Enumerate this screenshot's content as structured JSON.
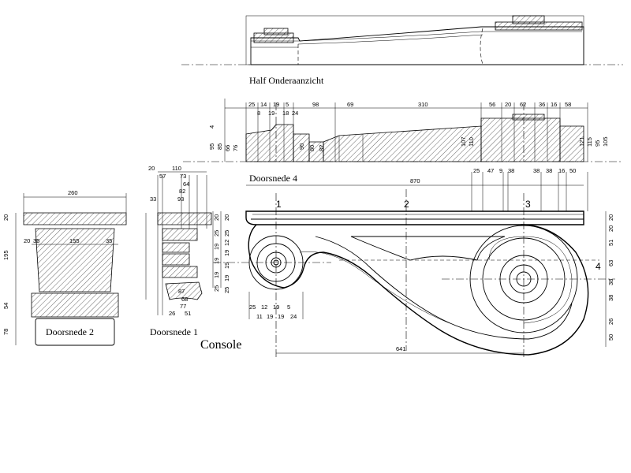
{
  "labels": {
    "half_bottom_view": "Half Onderaanzicht",
    "section_4": "Doorsnede 4",
    "section_2": "Doorsnede 2",
    "section_1": "Doorsnede 1",
    "console": "Console",
    "marker_1": "1",
    "marker_2": "2",
    "marker_3": "3",
    "marker_4": "4"
  },
  "dimensions": {
    "s4_top": [
      "25",
      "14",
      "19",
      "5",
      "98",
      "69",
      "310",
      "56",
      "20",
      "62",
      "36",
      "16",
      "58"
    ],
    "s4_top_inner": [
      "8",
      "19",
      "18",
      "24"
    ],
    "s4_left_vert": [
      "4",
      "95",
      "85",
      "66",
      "76"
    ],
    "s4_mid_vert": [
      "90",
      "80",
      "82"
    ],
    "s4_right_vert": [
      "107",
      "110",
      "121",
      "115",
      "95",
      "105"
    ],
    "console_top_right": [
      "25",
      "47",
      "9",
      "38",
      "38",
      "38",
      "16",
      "50"
    ],
    "console_length": "870",
    "console_bottom_length": "641",
    "console_right_vert": [
      "20",
      "20",
      "51",
      "63",
      "38",
      "38",
      "26",
      "50"
    ],
    "console_left_vert": [
      "20",
      "25",
      "19",
      "19",
      "19",
      "25"
    ],
    "console_left_vert2": [
      "20",
      "25",
      "12",
      "19",
      "19",
      "19",
      "25"
    ],
    "console_bottom_left": [
      "25",
      "12",
      "19",
      "5"
    ],
    "console_bottom_left2": [
      "11",
      "19",
      "19",
      "24"
    ],
    "s1_top": [
      "20",
      "110"
    ],
    "s1_steps": [
      "57",
      "73",
      "64",
      "82",
      "93",
      "33"
    ],
    "s1_bottom": [
      "87",
      "68",
      "77",
      "26",
      "51"
    ],
    "s2_width": "260",
    "s2_vert": [
      "20",
      "195",
      "54",
      "78"
    ],
    "s2_inner": [
      "20",
      "35",
      "155",
      "35"
    ]
  }
}
